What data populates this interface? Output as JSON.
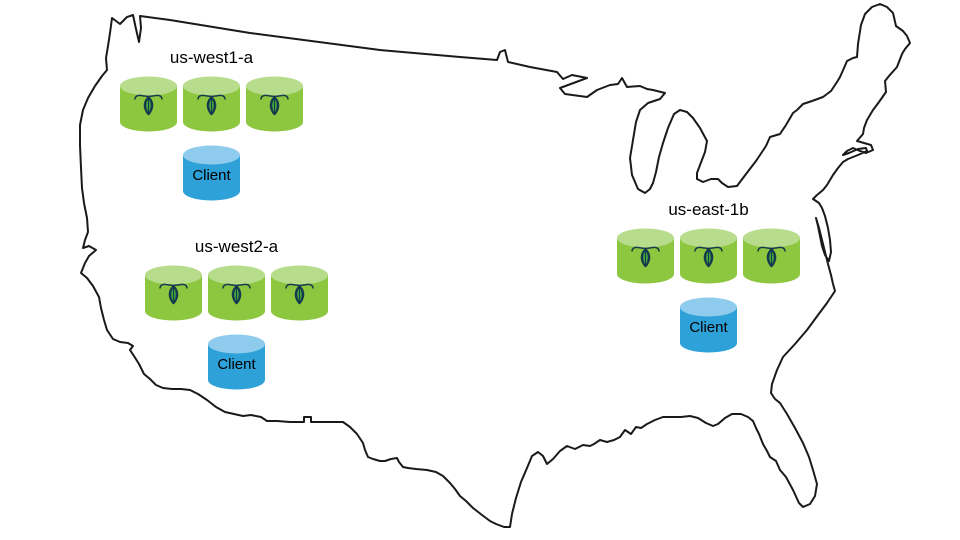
{
  "diagram": {
    "regions": [
      {
        "name": "us-west1-a",
        "node_count": 3,
        "client_label": "Client"
      },
      {
        "name": "us-west2-a",
        "node_count": 3,
        "client_label": "Client"
      },
      {
        "name": "us-east-1b",
        "node_count": 3,
        "client_label": "Client"
      }
    ],
    "colors": {
      "node_body": "#8dc63f",
      "node_top": "#b7dd8c",
      "client_body": "#2fa1d9",
      "client_top": "#8fcbec",
      "roach_dark": "#16384d",
      "roach_green": "#3fa63c",
      "map_outline": "#1a1a1a",
      "label_text": "#000000"
    }
  }
}
